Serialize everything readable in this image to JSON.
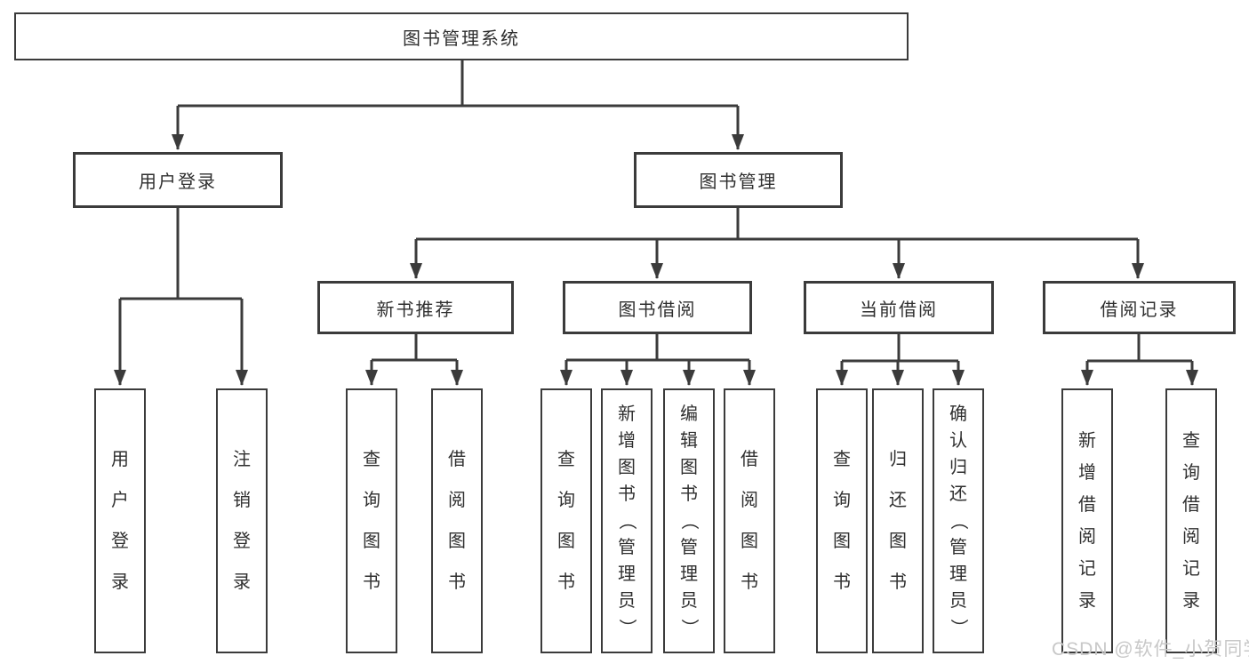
{
  "diagram_title": "图书管理系统",
  "nodes": {
    "root": "图书管理系统",
    "user_login": "用户登录",
    "book_management": "图书管理",
    "new_book_recommend": "新书推荐",
    "book_borrow": "图书借阅",
    "current_borrow": "当前借阅",
    "borrow_record": "借阅记录",
    "ul_user_login": "用户登录",
    "ul_logout": "注销登录",
    "nb_query_book": "查询图书",
    "nb_borrow_book": "借阅图书",
    "bb_query_book": "查询图书",
    "bb_add_book_admin": "新增图书（管理员）",
    "bb_edit_book_admin": "编辑图书（管理员）",
    "bb_borrow_book": "借阅图书",
    "cb_query_book": "查询图书",
    "cb_return_book": "归还图书",
    "cb_confirm_return_admin": "确认归还（管理员）",
    "br_add_record": "新增借阅记录",
    "br_query_record": "查询借阅记录"
  },
  "watermark": {
    "text": "CSDN @软件_小贺同学",
    "color": "#c8c8c8"
  },
  "colors": {
    "line": "#3b3b3b",
    "border": "#3b3b3b",
    "text": "#2f2f2f",
    "background": "#ffffff"
  }
}
